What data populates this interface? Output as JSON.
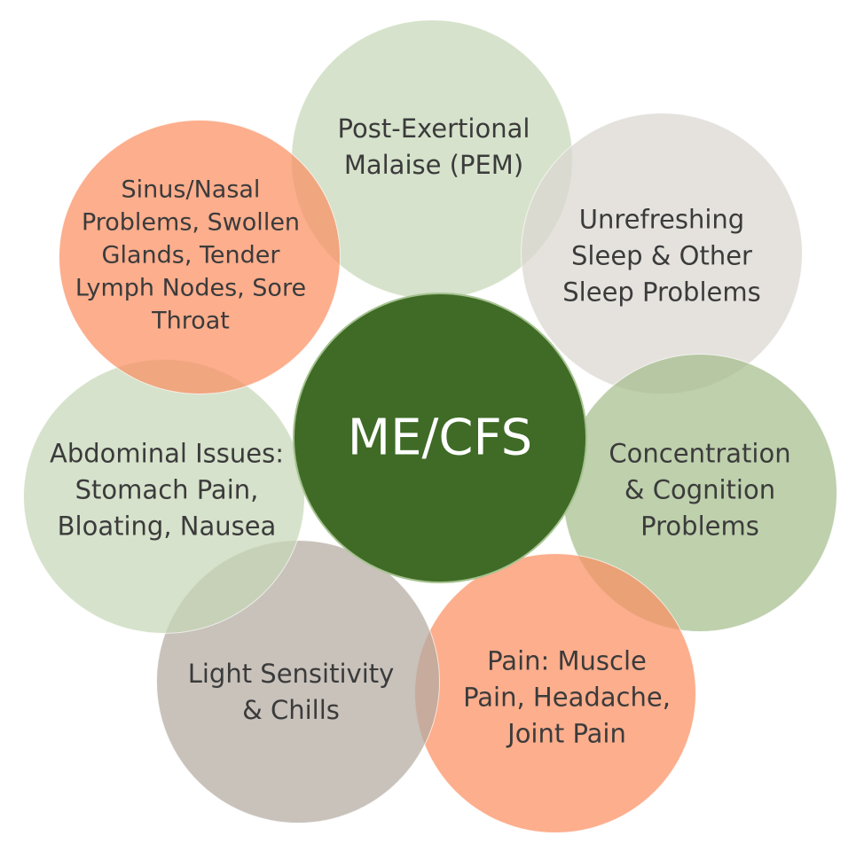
{
  "center": {
    "label": "ME/CFS",
    "color": "#3f6b26"
  },
  "symptoms": [
    {
      "id": "pem",
      "label": "Post-Exertional\nMalaise (PEM)",
      "color": "#c7d8b8"
    },
    {
      "id": "sleep",
      "label": "Unrefreshing\nSleep & Other\nSleep Problems",
      "color": "#dcd8d2"
    },
    {
      "id": "concentration",
      "label": "Concentration\n& Cognition\nProblems",
      "color": "#a6be8d"
    },
    {
      "id": "pain",
      "label": "Pain: Muscle\nPain, Headache,\nJoint Pain",
      "color": "#fb8f62"
    },
    {
      "id": "light",
      "label": "Light Sensitivity\n& Chills",
      "color": "#b4aba2"
    },
    {
      "id": "abdominal",
      "label": "Abdominal Issues:\nStomach Pain,\nBloating, Nausea",
      "color": "#c7d8b8"
    },
    {
      "id": "sinus",
      "label": "Sinus/Nasal\nProblems, Swollen\nGlands, Tender\nLymph Nodes, Sore\nThroat",
      "color": "#fb8f62"
    }
  ]
}
